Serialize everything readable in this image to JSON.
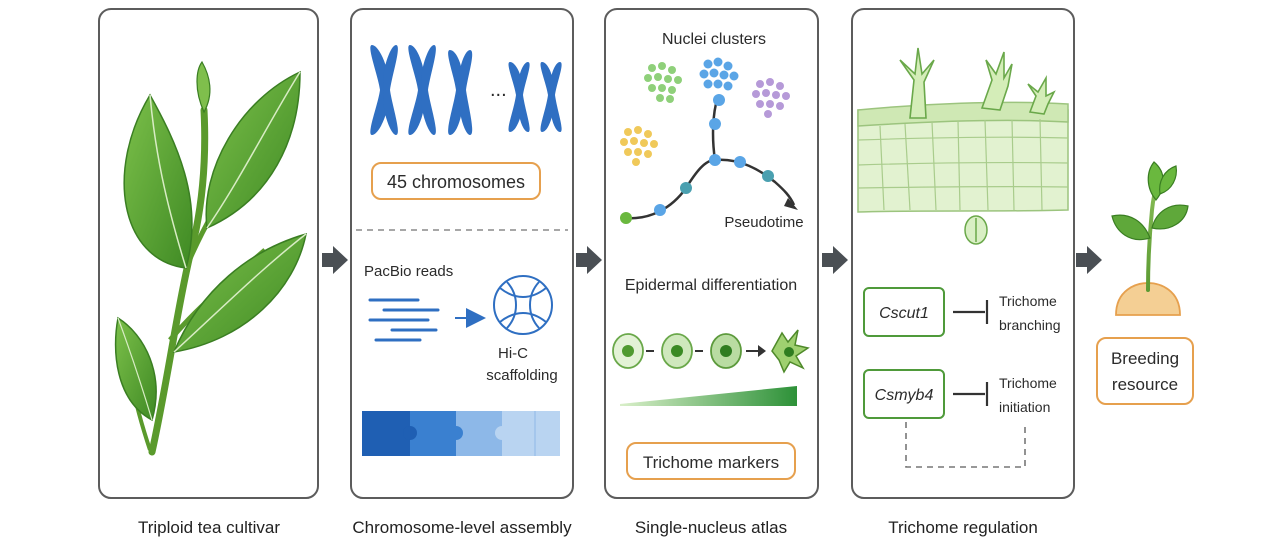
{
  "panels": [
    {
      "caption": "Triploid tea cultivar"
    },
    {
      "caption": "Chromosome-level assembly",
      "ellipsis": "...",
      "chromosome_count_label": "45 chromosomes",
      "reads_label": "PacBio reads",
      "scaffolding_label_line1": "Hi-C",
      "scaffolding_label_line2": "scaffolding"
    },
    {
      "caption": "Single-nucleus atlas",
      "clusters_label": "Nuclei clusters",
      "pseudotime_label": "Pseudotime",
      "differentiation_label": "Epidermal differentiation",
      "markers_label": "Trichome markers"
    },
    {
      "caption": "Trichome regulation",
      "genes": [
        {
          "name": "Cscut1",
          "target_line1": "Trichome",
          "target_line2": "branching"
        },
        {
          "name": "Csmyb4",
          "target_line1": "Trichome",
          "target_line2": "initiation"
        }
      ]
    }
  ],
  "outcome": {
    "label_line1": "Breeding",
    "label_line2": "resource"
  },
  "colors": {
    "frame": "#5c5c5c",
    "arrow": "#4a4f54",
    "accent_orange": "#e6a04e",
    "chromosome_blue": "#2f6fc2",
    "leaf_green": "#4f9a2f",
    "gene_box_green": "#4f9a3a"
  }
}
